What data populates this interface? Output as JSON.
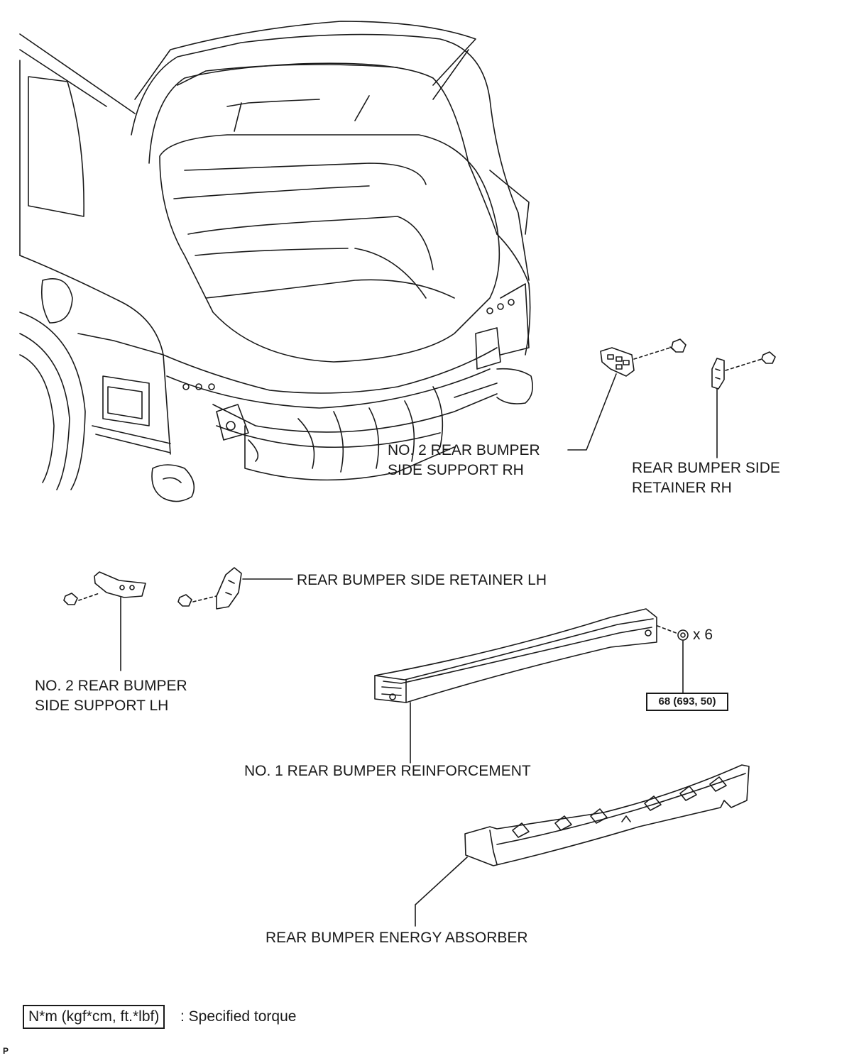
{
  "labels": {
    "side_support_rh": [
      "NO. 2 REAR BUMPER",
      "SIDE SUPPORT RH"
    ],
    "side_retainer_rh": [
      "REAR BUMPER SIDE",
      "RETAINER RH"
    ],
    "side_retainer_lh": "REAR BUMPER SIDE RETAINER LH",
    "side_support_lh": [
      "NO. 2 REAR BUMPER",
      "SIDE SUPPORT LH"
    ],
    "reinforcement": "NO. 1 REAR BUMPER REINFORCEMENT",
    "energy_absorber": "REAR BUMPER ENERGY ABSORBER"
  },
  "nut_quantity": "x 6",
  "torque_value": "68 (693, 50)",
  "legend": {
    "unit_box": "N*m (kgf*cm, ft.*lbf)",
    "description": ": Specified torque"
  },
  "corner_mark": "P",
  "colors": {
    "line": "#1a1a1a",
    "background": "#ffffff"
  }
}
